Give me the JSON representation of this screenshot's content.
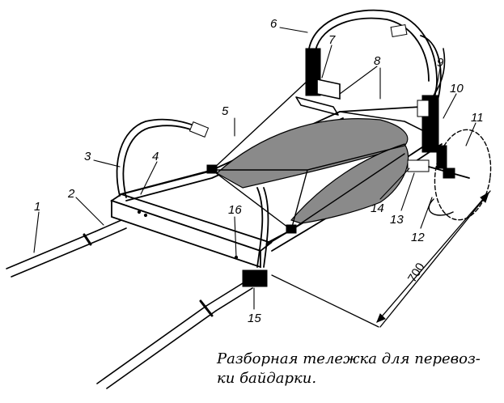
{
  "figure": {
    "caption": "Разборная тележка для перевоз-­ки байдарки.",
    "caption_lines": [
      "Разборная тележка для перевоз-",
      "ки байдарки."
    ],
    "dimension": "700",
    "callouts": [
      "1",
      "2",
      "3",
      "4",
      "5",
      "6",
      "7",
      "8",
      "9",
      "10",
      "11",
      "12",
      "13",
      "14",
      "15",
      "16"
    ]
  }
}
